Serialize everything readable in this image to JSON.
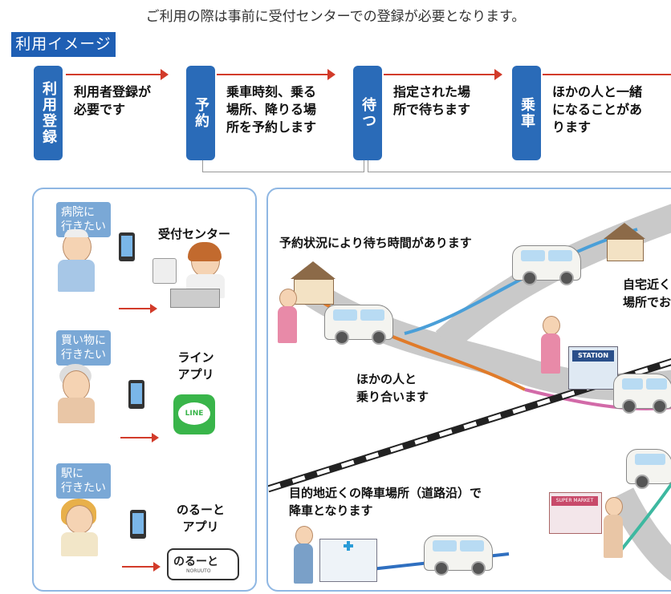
{
  "top_note": "ご利用の際は事前に受付センターでの登録が必要となります。",
  "section_heading": "利用イメージ",
  "steps": [
    {
      "label": "利用登録",
      "text": "利用者登録が\n必要です"
    },
    {
      "label": "予約",
      "text": "乗車時刻、乗る\n場所、降りる場\n所を予約します"
    },
    {
      "label": "待つ",
      "text": "指定された場\n所で待ちます"
    },
    {
      "label": "乗車",
      "text": "ほかの人と一緒\nになることがあ\nります"
    }
  ],
  "left_panel": {
    "rows": [
      {
        "bubble": "病院に\n行きたい",
        "label": "受付センター"
      },
      {
        "bubble": "買い物に\n行きたい",
        "label": "ライン\nアプリ",
        "logo_text": "LINE"
      },
      {
        "bubble": "駅に\n行きたい",
        "label": "のるーと\nアプリ",
        "logo_text": "のるーと",
        "logo_sub": "NORUUTO"
      }
    ]
  },
  "right_panel": {
    "caption_wait": "予約状況により待ち時間があります",
    "caption_share": "ほかの人と\n乗り合います",
    "caption_home": "自宅近く\n場所でお",
    "caption_drop": "目的地近くの降車場所（道路沿）で\n降車となります",
    "station_sign": "STATION",
    "store_sign": "SUPER MARKET"
  },
  "colors": {
    "accent": "#1f5fb4",
    "step_box": "#2a6bb8",
    "arrow": "#d23b2a",
    "panel_border": "#8fb7e3",
    "bubble": "#7aa8d6"
  }
}
